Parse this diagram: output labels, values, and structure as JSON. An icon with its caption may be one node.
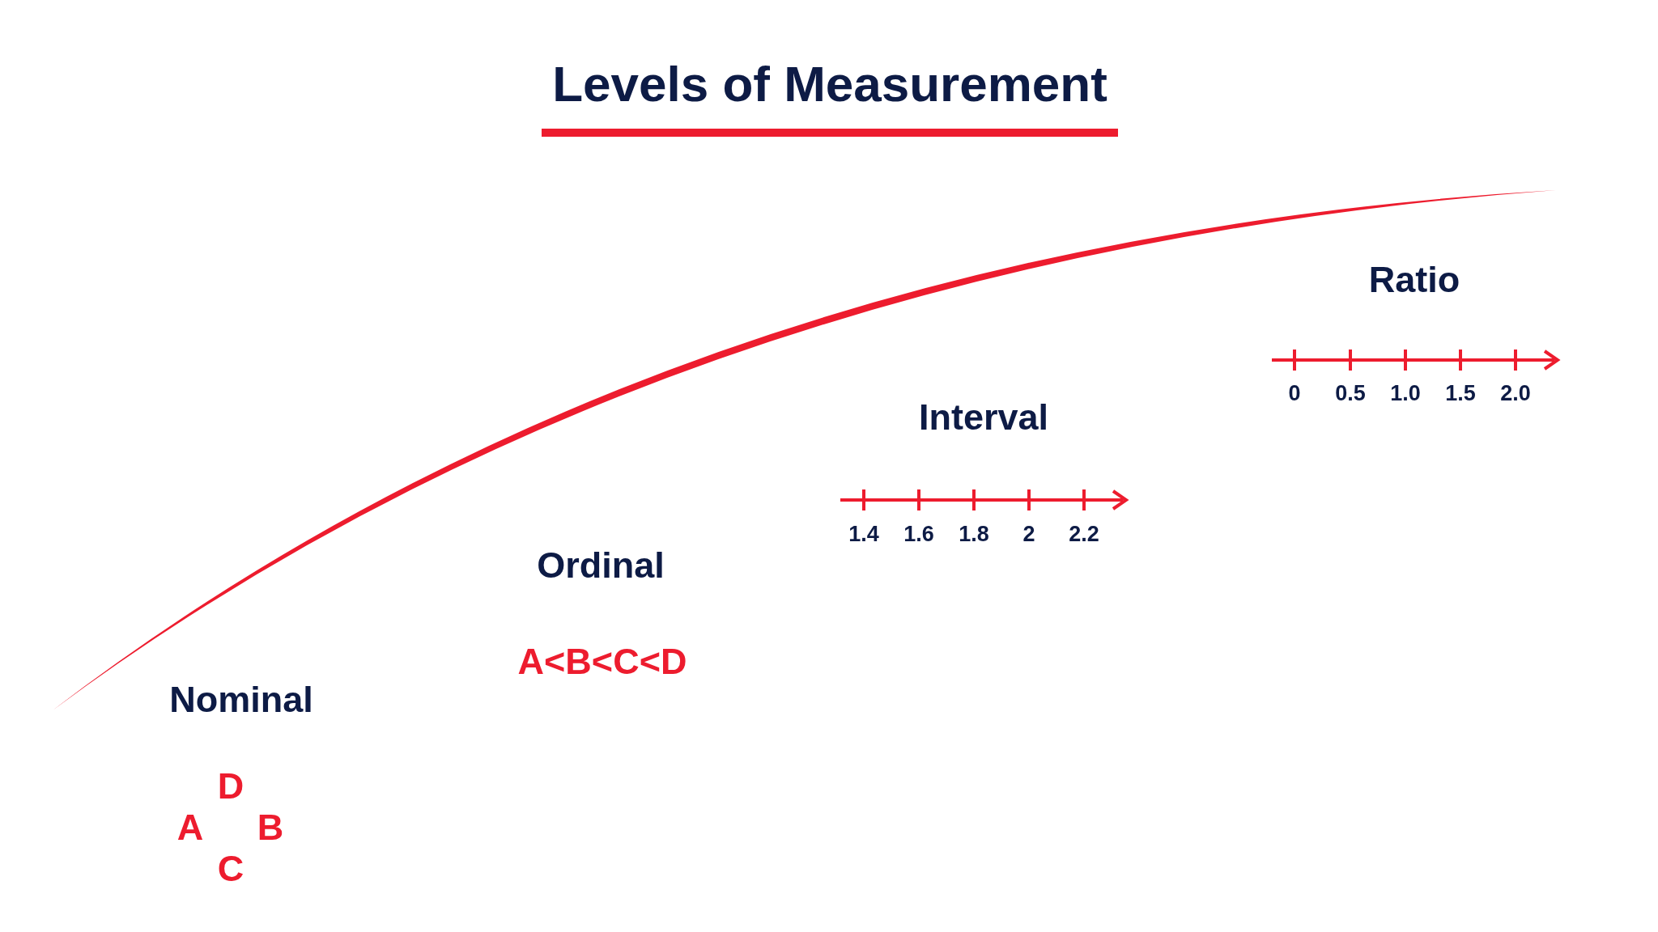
{
  "diagram": {
    "title": "Levels of Measurement",
    "labels": [
      "Ratio",
      "0",
      "0.5",
      "1.0",
      "1.5",
      "2.0",
      "Interval",
      "1.4",
      "1.6",
      "1.8",
      "2",
      "2.2",
      "Ordinal",
      "A<B<C<D",
      "Nominal",
      "D",
      "A",
      "B",
      "C"
    ]
  }
}
